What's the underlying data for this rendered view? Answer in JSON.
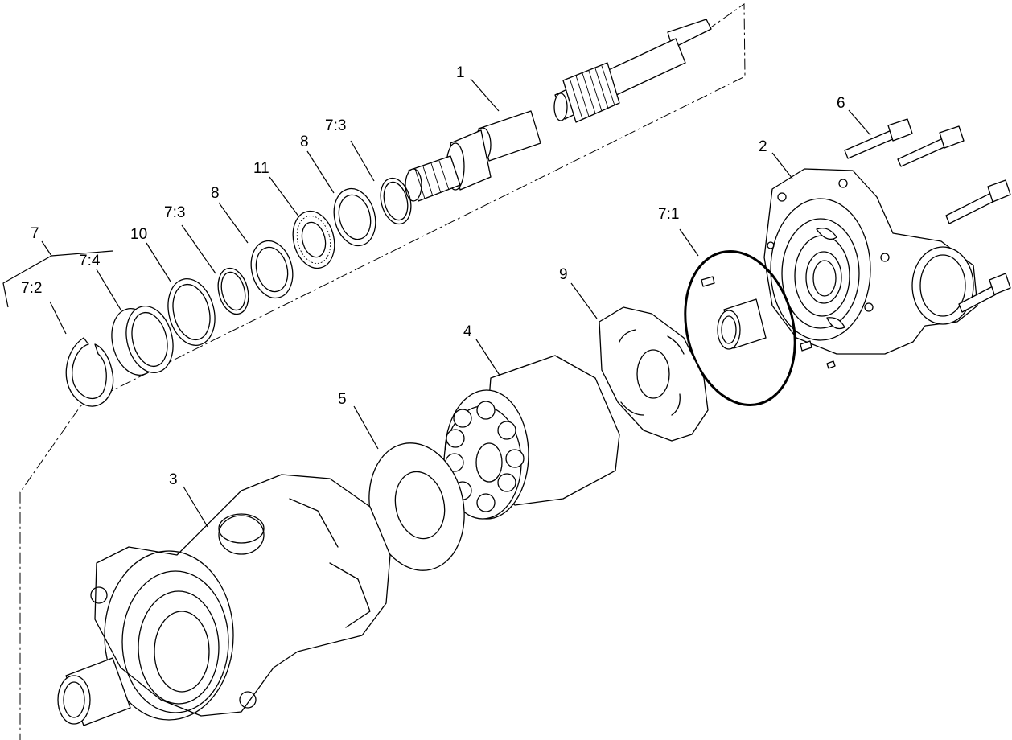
{
  "callouts": {
    "c1": "1",
    "c2": "2",
    "c3": "3",
    "c4": "4",
    "c5": "5",
    "c6": "6",
    "c7": "7",
    "c7_1": "7:1",
    "c7_2": "7:2",
    "c7_3a": "7:3",
    "c7_3b": "7:3",
    "c7_4": "7:4",
    "c8a": "8",
    "c8b": "8",
    "c9": "9",
    "c10": "10",
    "c11": "11"
  }
}
